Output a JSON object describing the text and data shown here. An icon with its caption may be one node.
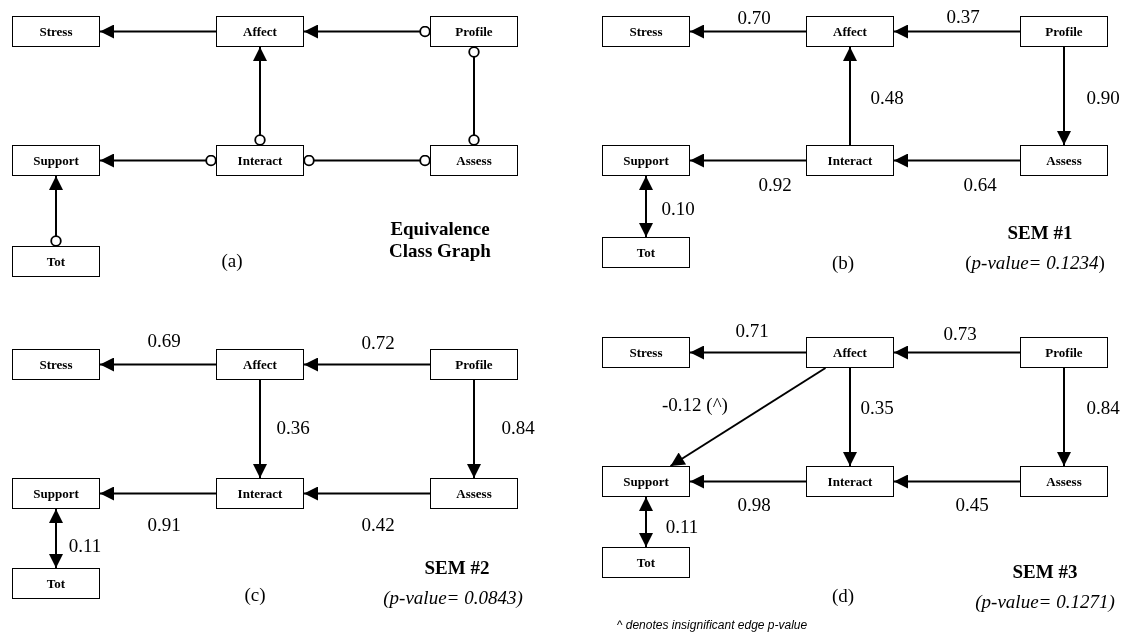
{
  "diagram": {
    "nodes": [
      {
        "text": [
          "Stress"
        ]
      },
      {
        "text": [
          "Affect"
        ]
      },
      {
        "text": [
          "Profile"
        ]
      },
      {
        "text": [
          "Support"
        ]
      },
      {
        "text": [
          "Interact"
        ]
      },
      {
        "text": [
          "Assess"
        ]
      },
      {
        "text": [
          "Tot"
        ]
      },
      {
        "text": [
          "Stress"
        ]
      },
      {
        "text": [
          "Affect"
        ]
      },
      {
        "text": [
          "Profile"
        ]
      },
      {
        "text": [
          "Support"
        ]
      },
      {
        "text": [
          "Interact"
        ]
      },
      {
        "text": [
          "Assess"
        ]
      },
      {
        "text": [
          "Tot"
        ]
      },
      {
        "text": [
          "Stress"
        ]
      },
      {
        "text": [
          "Affect"
        ]
      },
      {
        "text": [
          "Profile"
        ]
      },
      {
        "text": [
          "Support"
        ]
      },
      {
        "text": [
          "Interact"
        ]
      },
      {
        "text": [
          "Assess"
        ]
      },
      {
        "text": [
          "Tot"
        ]
      },
      {
        "text": [
          "Stress"
        ]
      },
      {
        "text": [
          "Affect"
        ]
      },
      {
        "text": [
          "Profile"
        ]
      },
      {
        "text": [
          "Support"
        ]
      },
      {
        "text": [
          "Interact"
        ]
      },
      {
        "text": [
          "Assess"
        ]
      },
      {
        "text": [
          "Tot"
        ]
      }
    ],
    "edges": [
      {
        "from": 1,
        "to": 0,
        "arrow": "to"
      },
      {
        "from": 2,
        "to": 1,
        "arrow": "to"
      },
      {
        "from": 2,
        "to": 5,
        "arrow": "other"
      },
      {
        "from": 4,
        "to": 1,
        "arrow": "to"
      },
      {
        "from": 4,
        "to": 3,
        "arrow": "to"
      },
      {
        "from": 4,
        "to": 5,
        "arrow": "other"
      },
      {
        "from": 6,
        "to": 3,
        "arrow": "to"
      },
      {
        "from": 8,
        "to": 7,
        "arrow": "to",
        "label": "0.70"
      },
      {
        "from": 9,
        "to": 8,
        "arrow": "to",
        "label": "0.37"
      },
      {
        "from": 11,
        "to": 8,
        "arrow": "to",
        "label": "0.48"
      },
      {
        "from": 9,
        "to": 12,
        "arrow": "to",
        "label": "0.90"
      },
      {
        "from": 11,
        "to": 10,
        "arrow": "to",
        "label": "0.92"
      },
      {
        "from": 12,
        "to": 11,
        "arrow": "to",
        "label": "0.64"
      },
      {
        "from": 10,
        "to": 13,
        "arrow": "both",
        "label": "0.10"
      },
      {
        "from": 15,
        "to": 14,
        "arrow": "to",
        "label": "0.69"
      },
      {
        "from": 16,
        "to": 15,
        "arrow": "to",
        "label": "0.72"
      },
      {
        "from": 15,
        "to": 18,
        "arrow": "to",
        "label": "0.36"
      },
      {
        "from": 16,
        "to": 19,
        "arrow": "to",
        "label": "0.84"
      },
      {
        "from": 18,
        "to": 17,
        "arrow": "to",
        "label": "0.91"
      },
      {
        "from": 19,
        "to": 18,
        "arrow": "to",
        "label": "0.42"
      },
      {
        "from": 17,
        "to": 20,
        "arrow": "both",
        "label": "0.11"
      },
      {
        "from": 22,
        "to": 21,
        "arrow": "to",
        "label": "0.71"
      },
      {
        "from": 23,
        "to": 22,
        "arrow": "to",
        "label": "0.73"
      },
      {
        "from": 22,
        "to": 24,
        "arrow": "to",
        "label": "-0.12 (^)"
      },
      {
        "from": 22,
        "to": 25,
        "arrow": "to",
        "label": "0.35"
      },
      {
        "from": 23,
        "to": 26,
        "arrow": "to",
        "label": "0.84"
      },
      {
        "from": 25,
        "to": 24,
        "arrow": "to",
        "label": "0.98"
      },
      {
        "from": 26,
        "to": 25,
        "arrow": "to",
        "label": "0.45"
      },
      {
        "from": 24,
        "to": 27,
        "arrow": "both",
        "label": "0.11"
      }
    ],
    "labels": [
      "(a)",
      "Equivalence Class Graph",
      "(b)",
      "SEM #1",
      "(*p-value= 0.1234*)",
      "(c)",
      "SEM #2",
      "(p-value= 0.0843)",
      "(d)",
      "SEM #3",
      "(p-value= 0.1271)",
      "^ denotes insignificant edge p-value"
    ]
  }
}
